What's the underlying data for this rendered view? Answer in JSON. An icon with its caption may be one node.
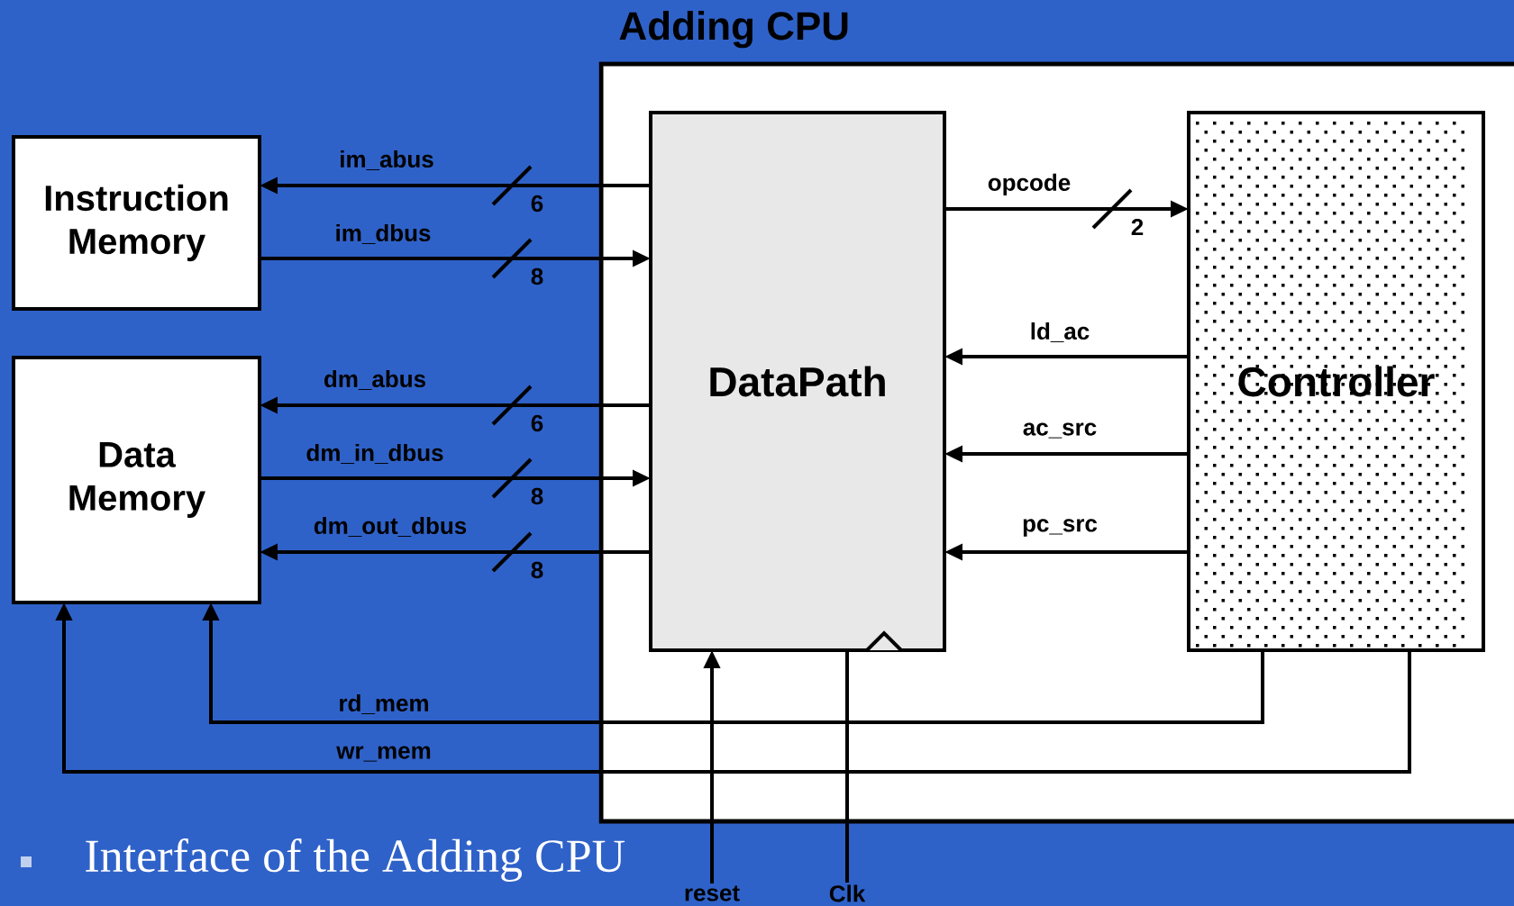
{
  "diagram": {
    "caption": "Interface of the Adding CPU",
    "nodes": [
      {
        "text": [
          "Adding CPU"
        ]
      },
      {
        "text": [
          "Instruction Memory"
        ]
      },
      {
        "text": [
          "Data Memory"
        ]
      },
      {
        "text": [
          "DataPath"
        ],
        "in": 0
      },
      {
        "text": [
          "Controller"
        ],
        "in": 0
      },
      {
        "text": [
          "reset"
        ]
      },
      {
        "text": [
          "Clk"
        ]
      }
    ],
    "edges": [
      {
        "from": 3,
        "to": 1,
        "arrow": "to",
        "label": "im_abus"
      },
      {
        "from": 1,
        "to": 3,
        "arrow": "to",
        "label": "im_dbus"
      },
      {
        "from": 3,
        "to": 2,
        "arrow": "to",
        "label": "dm_abus"
      },
      {
        "from": 2,
        "to": 3,
        "arrow": "to",
        "label": "dm_in_dbus"
      },
      {
        "from": 3,
        "to": 2,
        "arrow": "to",
        "label": "dm_out_dbus"
      },
      {
        "from": 3,
        "to": 4,
        "arrow": "to",
        "label": "opcode"
      },
      {
        "from": 4,
        "to": 3,
        "arrow": "to",
        "label": "ld_ac"
      },
      {
        "from": 4,
        "to": 3,
        "arrow": "to",
        "label": "ac_src"
      },
      {
        "from": 4,
        "to": 3,
        "arrow": "to",
        "label": "pc_src"
      },
      {
        "from": 4,
        "to": 2,
        "arrow": "to",
        "label": "rd_mem"
      },
      {
        "from": 4,
        "to": 2,
        "arrow": "to",
        "label": "wr_mem"
      },
      {
        "from": 5,
        "to": 3,
        "arrow": "to"
      },
      {
        "from": 6,
        "to": 3,
        "arrow": "none"
      }
    ],
    "labels": [
      "6",
      "2",
      "8",
      "6",
      "8",
      "8"
    ]
  }
}
